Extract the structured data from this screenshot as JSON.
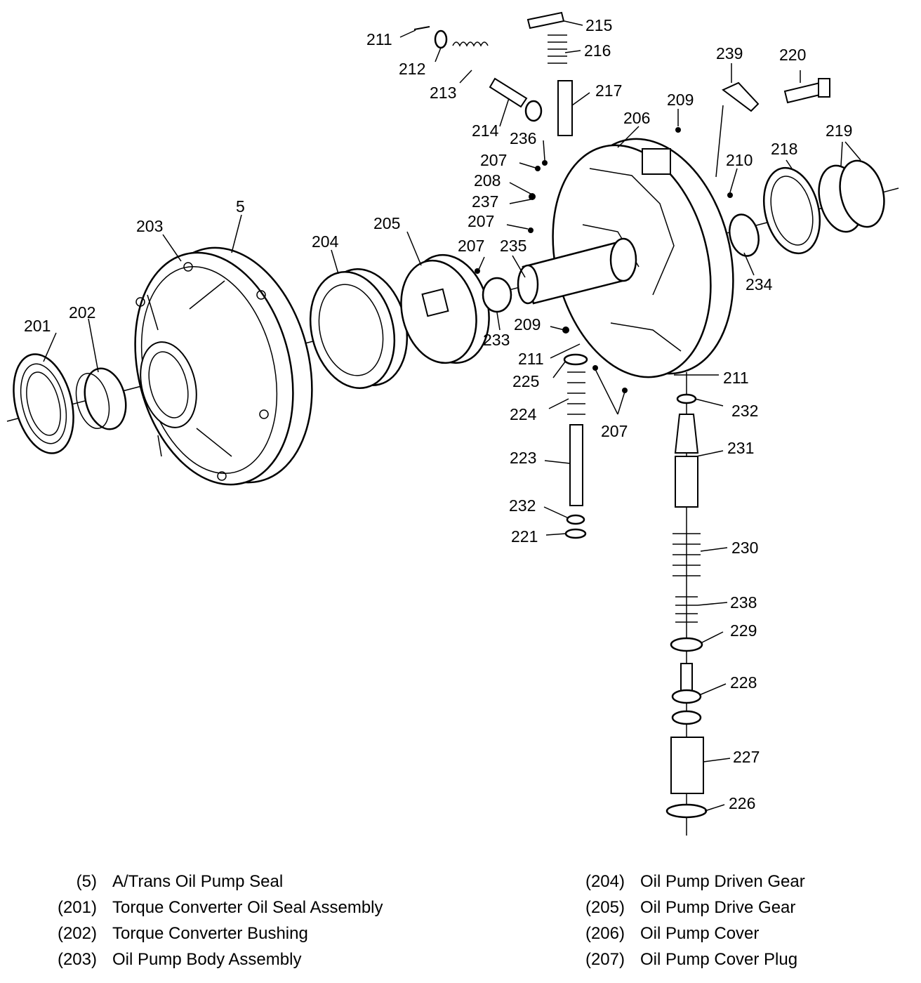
{
  "callouts": [
    {
      "id": "c5",
      "text": "5"
    },
    {
      "id": "c201",
      "text": "201"
    },
    {
      "id": "c202",
      "text": "202"
    },
    {
      "id": "c203",
      "text": "203"
    },
    {
      "id": "c204",
      "text": "204"
    },
    {
      "id": "c205",
      "text": "205"
    },
    {
      "id": "c206",
      "text": "206"
    },
    {
      "id": "c207a",
      "text": "207"
    },
    {
      "id": "c207b",
      "text": "207"
    },
    {
      "id": "c207c",
      "text": "207"
    },
    {
      "id": "c207d",
      "text": "207"
    },
    {
      "id": "c208",
      "text": "208"
    },
    {
      "id": "c209a",
      "text": "209"
    },
    {
      "id": "c209b",
      "text": "209"
    },
    {
      "id": "c210",
      "text": "210"
    },
    {
      "id": "c211a",
      "text": "211"
    },
    {
      "id": "c211b",
      "text": "211"
    },
    {
      "id": "c211c",
      "text": "211"
    },
    {
      "id": "c212",
      "text": "212"
    },
    {
      "id": "c213",
      "text": "213"
    },
    {
      "id": "c214",
      "text": "214"
    },
    {
      "id": "c215",
      "text": "215"
    },
    {
      "id": "c216",
      "text": "216"
    },
    {
      "id": "c217",
      "text": "217"
    },
    {
      "id": "c218",
      "text": "218"
    },
    {
      "id": "c219",
      "text": "219"
    },
    {
      "id": "c220",
      "text": "220"
    },
    {
      "id": "c221",
      "text": "221"
    },
    {
      "id": "c223",
      "text": "223"
    },
    {
      "id": "c224",
      "text": "224"
    },
    {
      "id": "c225",
      "text": "225"
    },
    {
      "id": "c226",
      "text": "226"
    },
    {
      "id": "c227",
      "text": "227"
    },
    {
      "id": "c228",
      "text": "228"
    },
    {
      "id": "c229",
      "text": "229"
    },
    {
      "id": "c230",
      "text": "230"
    },
    {
      "id": "c231",
      "text": "231"
    },
    {
      "id": "c232a",
      "text": "232"
    },
    {
      "id": "c232b",
      "text": "232"
    },
    {
      "id": "c233",
      "text": "233"
    },
    {
      "id": "c234",
      "text": "234"
    },
    {
      "id": "c235",
      "text": "235"
    },
    {
      "id": "c236",
      "text": "236"
    },
    {
      "id": "c237",
      "text": "237"
    },
    {
      "id": "c238",
      "text": "238"
    },
    {
      "id": "c239",
      "text": "239"
    }
  ],
  "legend": {
    "left": [
      {
        "code": "(5)",
        "name": "A/Trans Oil Pump Seal"
      },
      {
        "code": "(201)",
        "name": "Torque Converter Oil Seal Assembly"
      },
      {
        "code": "(202)",
        "name": "Torque Converter Bushing"
      },
      {
        "code": "(203)",
        "name": "Oil Pump Body Assembly"
      }
    ],
    "right": [
      {
        "code": "(204)",
        "name": "Oil Pump Driven Gear"
      },
      {
        "code": "(205)",
        "name": "Oil Pump Drive Gear"
      },
      {
        "code": "(206)",
        "name": "Oil Pump Cover"
      },
      {
        "code": "(207)",
        "name": "Oil Pump Cover Plug"
      }
    ]
  }
}
